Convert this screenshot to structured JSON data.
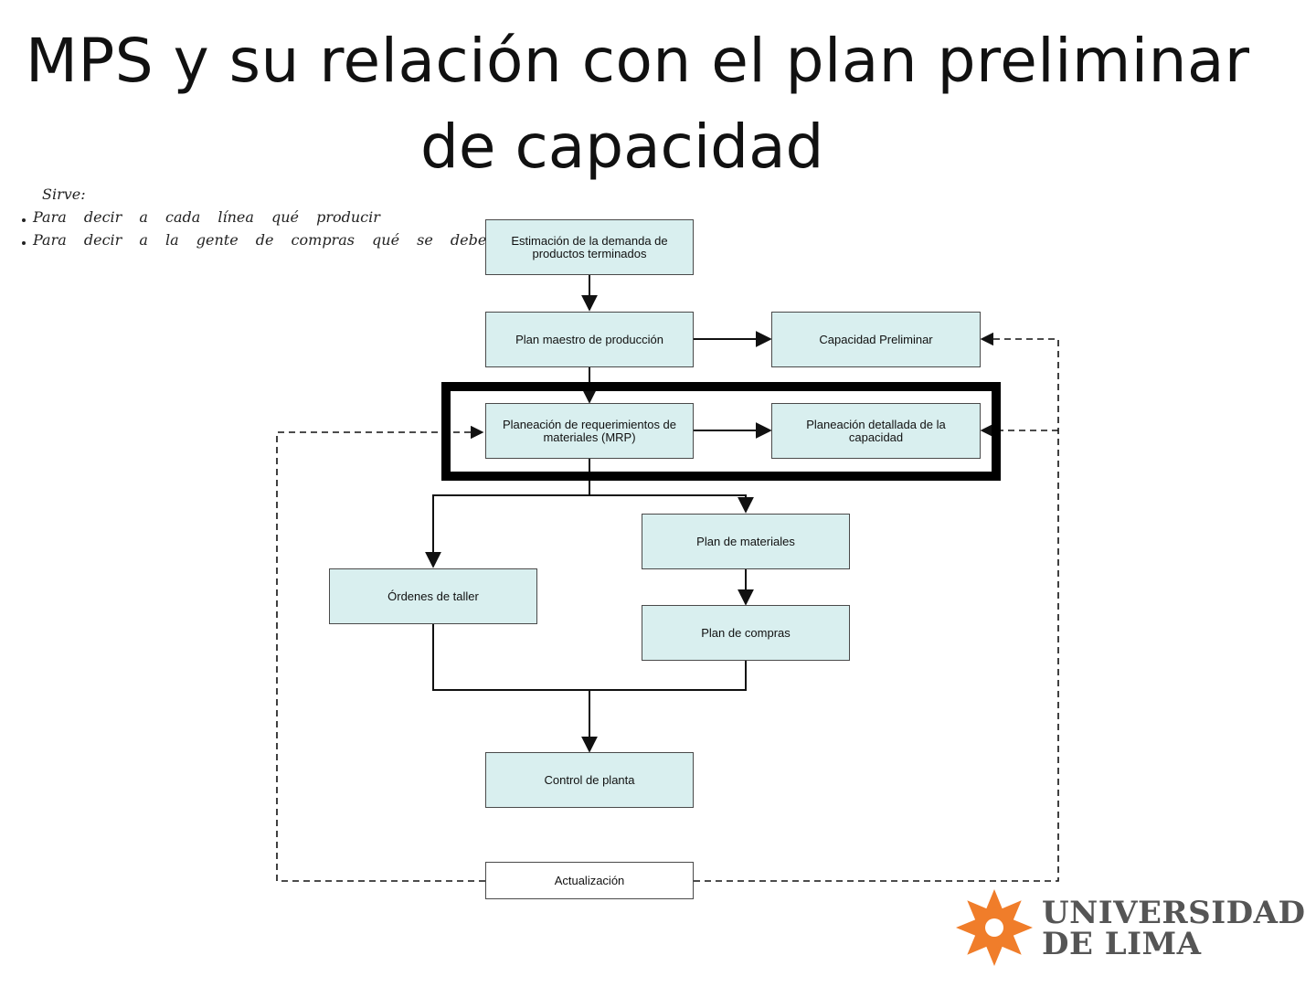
{
  "title": {
    "line1": "MPS y su relación con el plan preliminar",
    "line2": "de capacidad"
  },
  "notes": {
    "heading": "Sirve:",
    "items": [
      "Para decir a cada línea qué producir",
      "Para decir a la gente de compras qué se debe comprar"
    ]
  },
  "diagram": {
    "demand": "Estimación de la demanda de productos terminados",
    "mps": "Plan maestro de producción",
    "rccp": "Capacidad Preliminar",
    "mrp": "Planeación de requerimientos de materiales (MRP)",
    "crp": "Planeación detallada de la capacidad",
    "materials": "Plan de materiales",
    "orders": "Órdenes de taller",
    "purchases": "Plan de compras",
    "control": "Control de planta",
    "update": "Actualización"
  },
  "logo": {
    "line1": "UNIVERSIDAD",
    "line2": "DE LIMA",
    "color": "#f07d2a"
  }
}
